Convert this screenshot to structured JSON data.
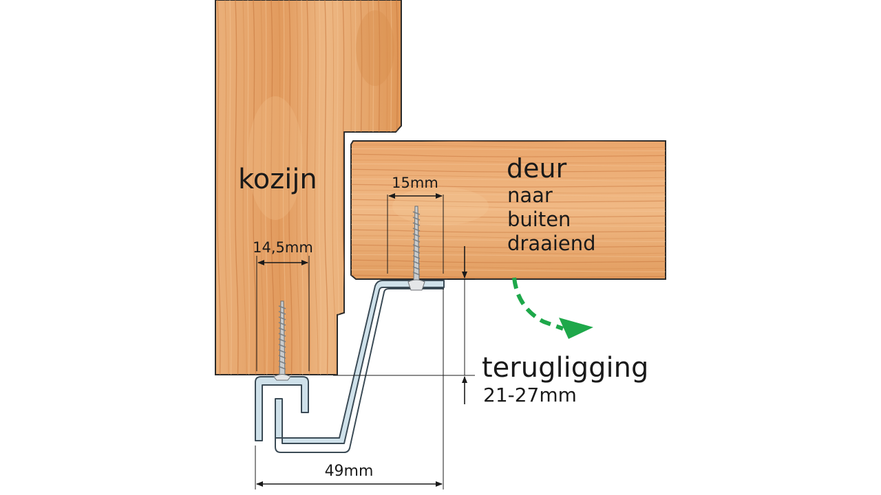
{
  "labels": {
    "frame": "kozijn",
    "door_lines": [
      "deur",
      "naar",
      "buiten",
      "draaiend"
    ],
    "dim_frame_screw": "14,5mm",
    "dim_door_screw": "15mm",
    "dim_total_width": "49mm",
    "recess_title": "terugligging",
    "recess_value": "21-27mm"
  },
  "colors": {
    "wood_base": "#e7a46a",
    "wood_grain": "#c9783f",
    "outline": "#2a2a2a",
    "metal_fill": "#cde0ea",
    "arrow_green": "#1ea84a",
    "dimension_line": "#1a1a1a"
  },
  "icons": {
    "door_swing": "curved-dashed-arrow-icon",
    "screw": "screw-icon"
  }
}
